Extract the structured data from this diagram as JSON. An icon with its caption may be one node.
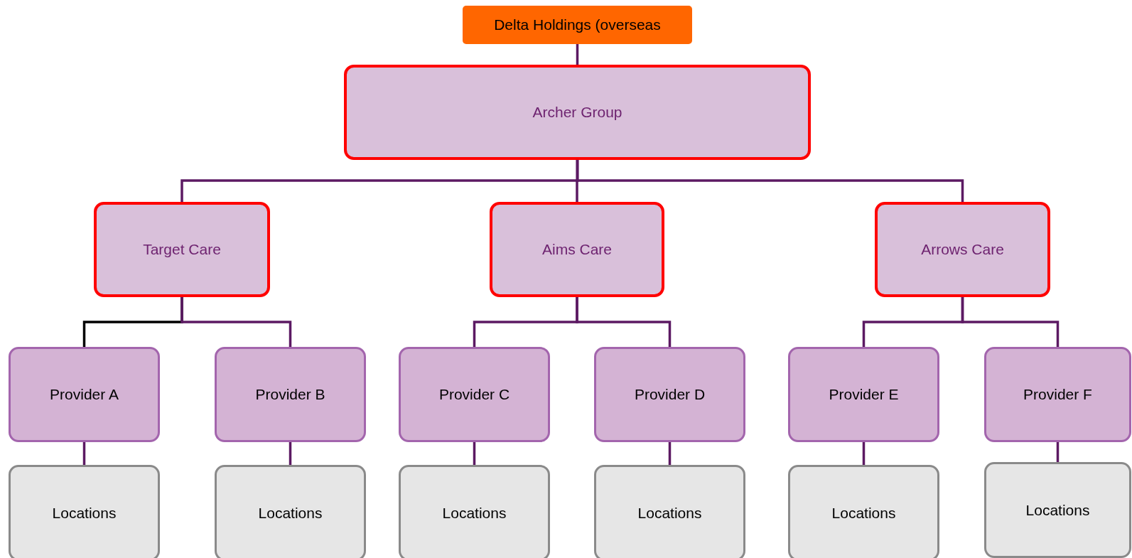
{
  "diagram": {
    "nodes": [
      {
        "text": [
          "Delta Holdings (overseas"
        ]
      },
      {
        "text": [
          "Archer Group"
        ]
      },
      {
        "text": [
          "Target Care"
        ]
      },
      {
        "text": [
          "Aims Care"
        ]
      },
      {
        "text": [
          "Arrows Care"
        ]
      },
      {
        "text": [
          "Provider A"
        ]
      },
      {
        "text": [
          "Provider B"
        ]
      },
      {
        "text": [
          "Provider C"
        ]
      },
      {
        "text": [
          "Provider D"
        ]
      },
      {
        "text": [
          "Provider E"
        ]
      },
      {
        "text": [
          "Provider F"
        ]
      },
      {
        "text": [
          "Locations"
        ]
      },
      {
        "text": [
          "Locations"
        ]
      },
      {
        "text": [
          "Locations"
        ]
      },
      {
        "text": [
          "Locations"
        ]
      },
      {
        "text": [
          "Locations"
        ]
      },
      {
        "text": [
          "Locations"
        ]
      }
    ],
    "edges": [
      {
        "from": 0,
        "to": 1,
        "arrow": "none"
      },
      {
        "from": 1,
        "to": 2,
        "arrow": "none"
      },
      {
        "from": 1,
        "to": 3,
        "arrow": "none"
      },
      {
        "from": 1,
        "to": 4,
        "arrow": "none"
      },
      {
        "from": 2,
        "to": 5,
        "arrow": "none",
        "color": "#000000"
      },
      {
        "from": 2,
        "to": 6,
        "arrow": "none"
      },
      {
        "from": 3,
        "to": 7,
        "arrow": "none"
      },
      {
        "from": 3,
        "to": 8,
        "arrow": "none"
      },
      {
        "from": 4,
        "to": 9,
        "arrow": "none"
      },
      {
        "from": 4,
        "to": 10,
        "arrow": "none"
      },
      {
        "from": 5,
        "to": 11,
        "arrow": "none"
      },
      {
        "from": 6,
        "to": 12,
        "arrow": "none"
      },
      {
        "from": 7,
        "to": 13,
        "arrow": "none"
      },
      {
        "from": 8,
        "to": 14,
        "arrow": "none"
      },
      {
        "from": 9,
        "to": 15,
        "arrow": "none"
      },
      {
        "from": 10,
        "to": 16,
        "arrow": "none"
      }
    ]
  }
}
